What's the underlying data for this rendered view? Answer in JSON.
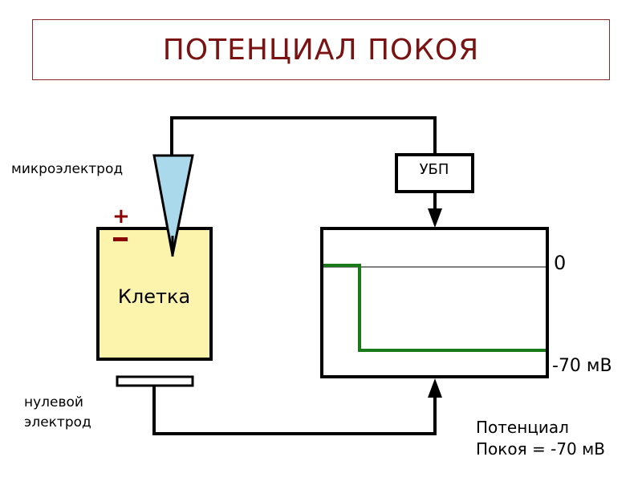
{
  "title": "ПОТЕНЦИАЛ ПОКОЯ",
  "labels": {
    "microelectrode": "микроэлектрод",
    "zero_electrode_line1": "нулевой",
    "zero_electrode_line2": "электрод",
    "amplifier": "УБП",
    "cell": "Клетка",
    "plus_sign": "+",
    "scale_zero": "0",
    "scale_minus70": "-70 мВ",
    "result_line1": "Потенциал",
    "result_line2": "Покоя = -70 мВ"
  },
  "colors": {
    "title": "#7a1212",
    "title_border": "#8b2a2a",
    "cell_fill": "#fcf3ad",
    "electrode_fill": "#a9d9ea",
    "trace": "#1a7a1a",
    "minus_sign": "#8b0000"
  }
}
